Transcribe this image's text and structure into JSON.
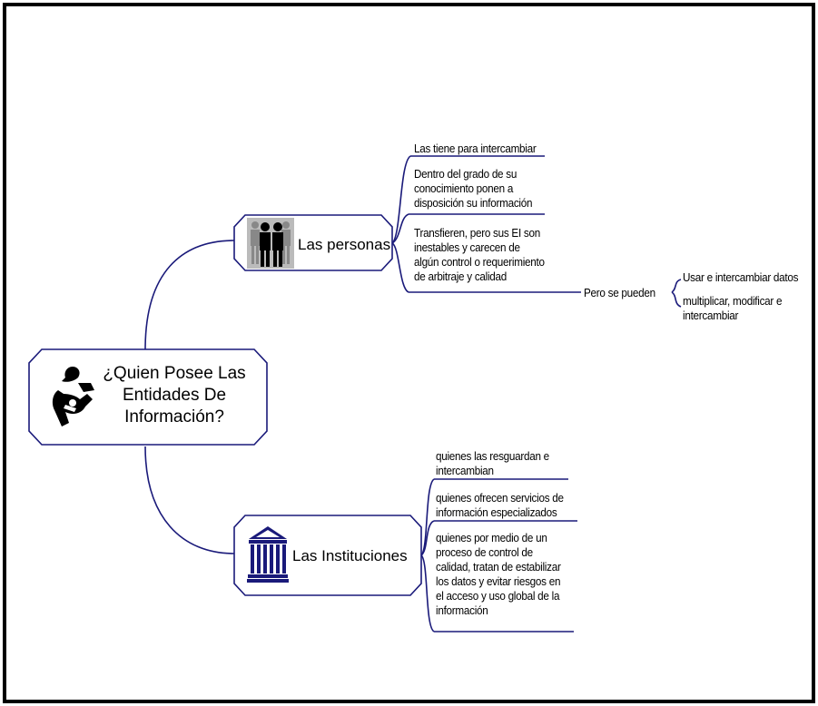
{
  "central": {
    "lines": [
      "¿Quien Posee Las",
      "Entidades De",
      "Información?"
    ],
    "icon": "handshake-icon"
  },
  "personas": {
    "label": "Las personas",
    "icon": "people-icon",
    "items": [
      [
        "Las tiene para intercambiar"
      ],
      [
        "Dentro del grado de su",
        "conocimiento ponen a",
        "disposición su información"
      ],
      [
        "Transfieren, pero sus EI  son",
        "inestables y carecen de",
        "algún control o requerimiento",
        "de arbitraje y calidad"
      ]
    ],
    "sub": {
      "label": "Pero se pueden",
      "items": [
        [
          "Usar e intercambiar datos"
        ],
        [
          "multiplicar, modificar e",
          "intercambiar"
        ]
      ]
    }
  },
  "instituciones": {
    "label": "Las Instituciones",
    "icon": "institution-building-icon",
    "items": [
      [
        "quienes las resguardan e",
        "intercambian"
      ],
      [
        "quienes ofrecen servicios de",
        "información especializados"
      ],
      [
        "quienes por medio de un",
        "proceso de control de",
        "calidad, tratan de estabilizar",
        "los datos y evitar riesgos en",
        "el acceso y uso global de la",
        "información"
      ]
    ]
  },
  "colors": {
    "line": "#1a1a7a",
    "frame": "#000000"
  }
}
